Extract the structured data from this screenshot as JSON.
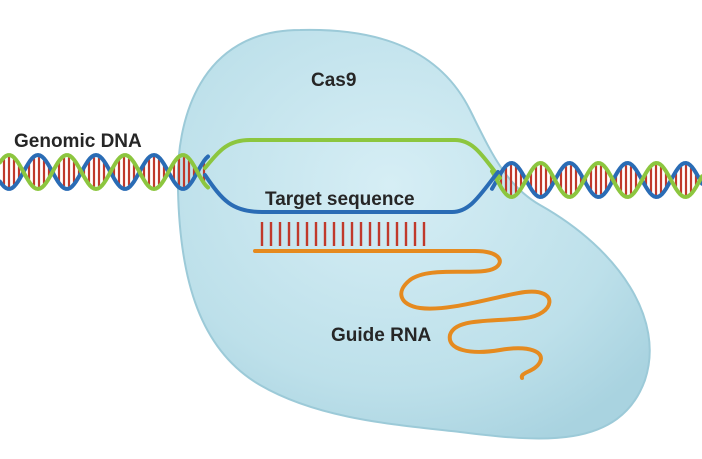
{
  "labels": {
    "protein": "Cas9",
    "genomic_dna": "Genomic DNA",
    "target_sequence": "Target sequence",
    "guide_rna": "Guide RNA"
  },
  "colors": {
    "protein_fill": "#bfe2ec",
    "protein_edge": "#9ccad8",
    "strand_green": "#8cc63f",
    "strand_blue": "#2a6cb5",
    "base_pairs": "#c0392b",
    "guide_rna": "#e58a1f"
  }
}
